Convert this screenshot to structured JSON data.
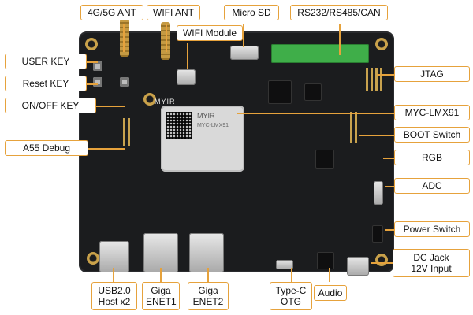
{
  "labels": {
    "ant_4g5g": "4G/5G ANT",
    "wifi_ant": "WIFI ANT",
    "micro_sd": "Micro SD",
    "rs_can": "RS232/RS485/CAN",
    "wifi_module": "WIFI Module",
    "user_key": "USER KEY",
    "reset_key": "Reset KEY",
    "onoff_key": "ON/OFF KEY",
    "a55_debug": "A55 Debug",
    "jtag": "JTAG",
    "myc_module": "MYC-LMX91",
    "boot_switch": "BOOT Switch",
    "rgb": "RGB",
    "adc": "ADC",
    "power_switch": "Power Switch",
    "dc_jack_1": "DC Jack",
    "dc_jack_2": "12V Input",
    "usb_1": "USB2.0",
    "usb_2": "Host x2",
    "enet1_1": "Giga",
    "enet1_2": "ENET1",
    "enet2_1": "Giga",
    "enet2_2": "ENET2",
    "typec_1": "Type-C",
    "typec_2": "OTG",
    "audio": "Audio"
  },
  "board": {
    "brand": "MYIR",
    "module_brand": "MYIR",
    "module_text": "MYC-LMX91"
  },
  "colors": {
    "callout_border": "#e6a23c",
    "board": "#1b1c1e",
    "terminal": "#3fae49"
  }
}
